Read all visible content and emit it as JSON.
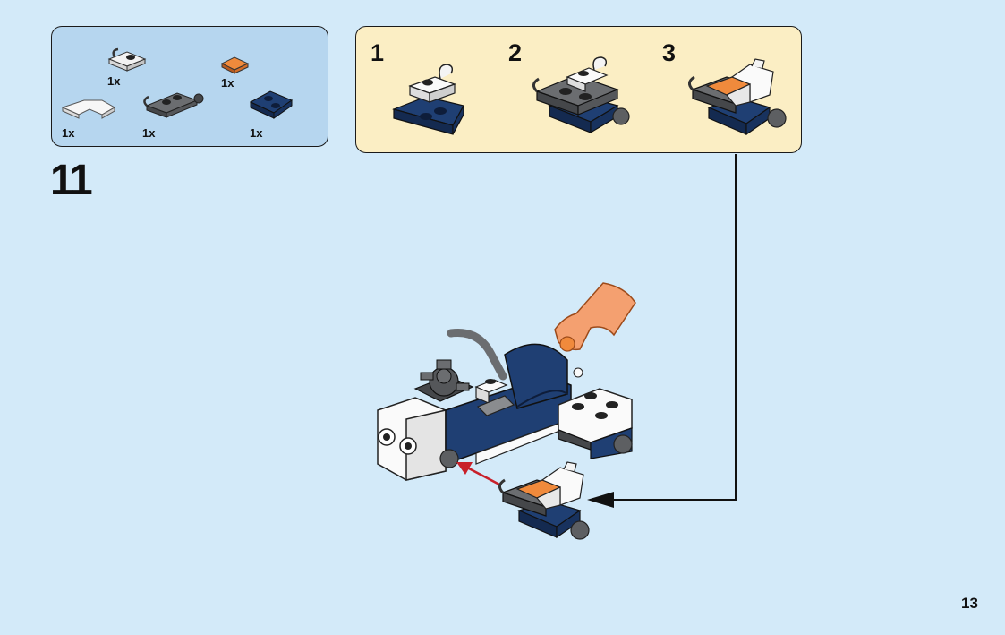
{
  "parts_list": {
    "items": [
      {
        "name": "white-clip-plate",
        "qty": "1x"
      },
      {
        "name": "orange-trans-tile",
        "qty": "1x"
      },
      {
        "name": "white-corner-tile",
        "qty": "1x"
      },
      {
        "name": "dark-gray-plate-ball",
        "qty": "1x"
      },
      {
        "name": "dark-blue-wedge-plate",
        "qty": "1x"
      }
    ]
  },
  "substeps": [
    {
      "number": "1"
    },
    {
      "number": "2"
    },
    {
      "number": "3"
    }
  ],
  "step_number": "11",
  "page_number": "13",
  "colors": {
    "background": "#d3eaf9",
    "parts_box": "#b6d6ef",
    "substep_box": "#fbeec4",
    "dark_blue": "#1f3f73",
    "white": "#ffffff",
    "dark_gray": "#5d5f62",
    "trans_orange": "#f08a3c",
    "arrow_red": "#c8202a"
  }
}
